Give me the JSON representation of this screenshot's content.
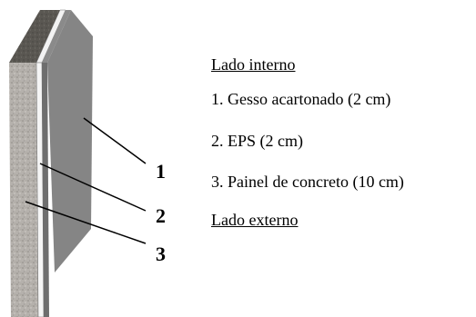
{
  "diagram": {
    "callouts": [
      "1",
      "2",
      "3"
    ]
  },
  "legend": {
    "inner_side": "Lado interno",
    "layers": [
      "1. Gesso acartonado (2 cm)",
      "2. EPS (2 cm)",
      "3. Painel de concreto (10 cm)"
    ],
    "outer_side": "Lado externo"
  }
}
